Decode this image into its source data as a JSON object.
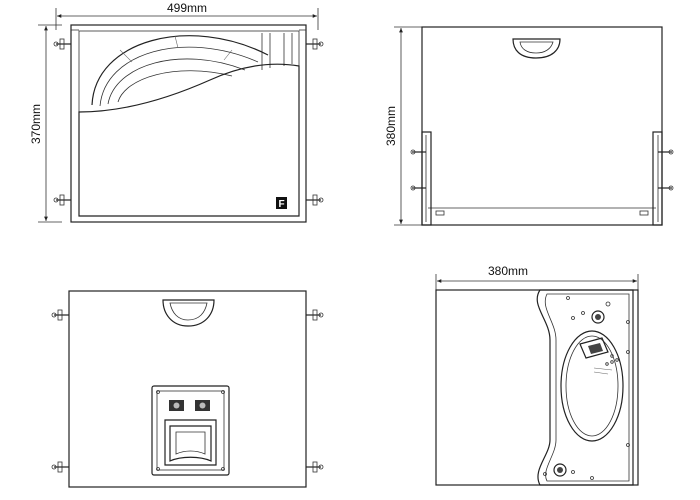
{
  "dimensions": {
    "front_width": "499mm",
    "front_height": "370mm",
    "side_height": "380mm",
    "bottom_depth": "380mm"
  },
  "logo": {
    "text": "F"
  },
  "colors": {
    "line": "#222222",
    "background": "#ffffff"
  }
}
